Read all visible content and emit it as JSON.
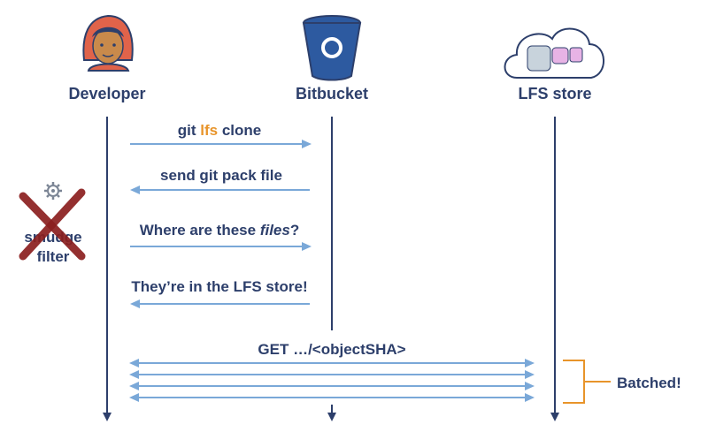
{
  "actors": {
    "developer": "Developer",
    "bitbucket": "Bitbucket",
    "lfs_store": "LFS store"
  },
  "messages": {
    "clone_pre": "git ",
    "clone_hl": "lfs",
    "clone_post": " clone",
    "send_pack": "send git pack file",
    "where_pre": "Where are these ",
    "where_it": "files",
    "where_post": "?",
    "in_lfs": "They’re in the LFS store!",
    "get_object": "GET …/<objectSHA>"
  },
  "side_note": {
    "line1": "smudge",
    "line2": "filter"
  },
  "batched_label": "Batched!",
  "colors": {
    "lifeline": "#2d3f6b",
    "arrow": "#7aa8d8",
    "highlight": "#e8942a",
    "cross": "#8b1f1f"
  }
}
